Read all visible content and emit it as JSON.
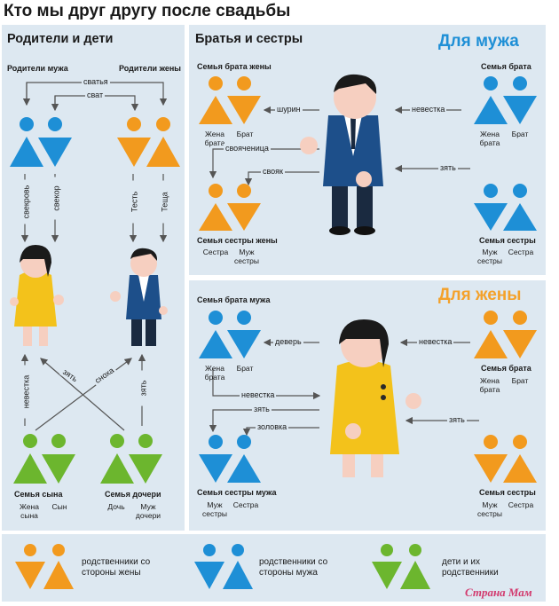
{
  "title": "Кто мы друг другу после свадьбы",
  "left_panel": {
    "heading": "Родители и дети",
    "husband_parents": "Родители мужа",
    "wife_parents": "Родители жены",
    "svatya": "сватья",
    "svat": "сват",
    "svekrov": "свекровь",
    "svekor": "свекор",
    "test": "Тесть",
    "teshcha": "Теща",
    "nevestka": "невестка",
    "zyat_diag": "зять",
    "snokha": "сноха",
    "zyat": "зять",
    "son_family": "Семья сына",
    "daughter_family": "Семья дочери",
    "son_wife": "Жена сына",
    "son": "Сын",
    "daughter": "Дочь",
    "daughter_husband": "Муж дочери"
  },
  "husband_panel": {
    "heading": "Братья и сестры",
    "for_label": "Для мужа",
    "wife_brother_family": "Семья брата жены",
    "brother_family": "Семья брата",
    "brother_wife": "Жена брата",
    "brother": "Брат",
    "shurin": "шурин",
    "nevestka": "невестка",
    "svoyachenitsa": "свояченица",
    "svoyak": "свояк",
    "zyat": "зять",
    "wife_sister_family": "Семья сестры жены",
    "sister_family": "Семья сестры",
    "sister": "Сестра",
    "sister_husband": "Муж сестры"
  },
  "wife_panel": {
    "for_label": "Для жены",
    "husband_brother_family": "Семья брата мужа",
    "brother_family": "Семья брата",
    "brother_wife": "Жена брата",
    "brother": "Брат",
    "dever": "деверь",
    "nevestka_right": "невестка",
    "nevestka_left": "невестка",
    "zyat_left": "зять",
    "zolovka": "золовка",
    "zyat_right": "зять",
    "husband_sister_family": "Семья сестры мужа",
    "sister_family": "Семья сестры",
    "sister_husband": "Муж сестры",
    "sister": "Сестра"
  },
  "legend": {
    "wife_side": "родственники со стороны жены",
    "husband_side": "родственники со стороны мужа",
    "children": "дети и их родственники",
    "watermark": "Страна Мам"
  },
  "colors": {
    "panel": "#dde8f1",
    "orange": "#f29a1e",
    "blue": "#1e8fd6",
    "green": "#6cb62e",
    "wife_label": "#f4a12a",
    "husband_label": "#1e8fd6",
    "suit": "#1d4f8a",
    "dress": "#f3c21b"
  }
}
